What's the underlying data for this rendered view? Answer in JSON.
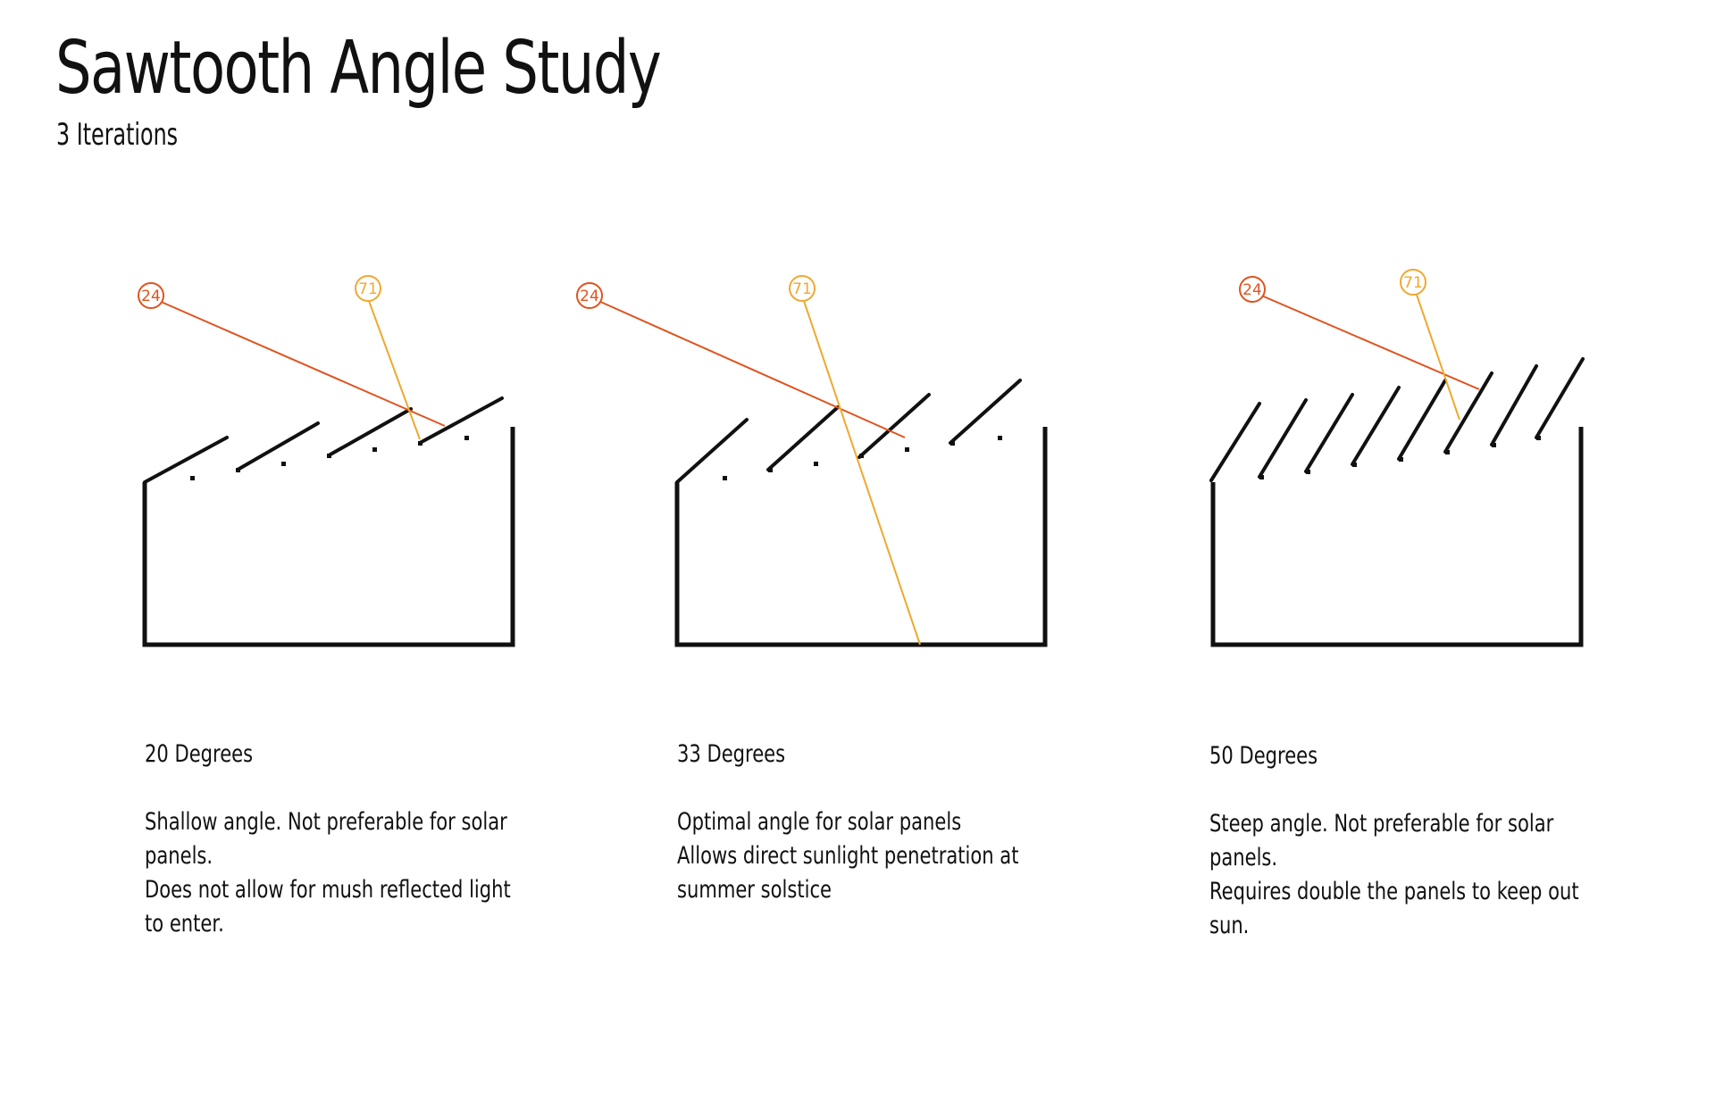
{
  "title": "Sawtooth Angle Study",
  "subtitle": "3 Iterations",
  "colors": {
    "outline": "#111111",
    "winter_ray": "#e0531f",
    "summer_ray": "#f0a830"
  },
  "iterations": [
    {
      "winter_label": "24",
      "summer_label": "71",
      "degrees": "20 Degrees",
      "description": [
        "Shallow angle. Not preferable for solar",
        "panels.",
        "Does not allow for mush reflected light",
        "to enter."
      ]
    },
    {
      "winter_label": "24",
      "summer_label": "71",
      "degrees": "33 Degrees",
      "description": [
        "Optimal angle for solar panels",
        "Allows direct sunlight penetration at",
        "summer solstice"
      ]
    },
    {
      "winter_label": "24",
      "summer_label": "71",
      "degrees": "50 Degrees",
      "description": [
        "Steep angle. Not preferable for solar",
        "panels.",
        "Requires double the panels to keep out",
        "sun."
      ]
    }
  ]
}
